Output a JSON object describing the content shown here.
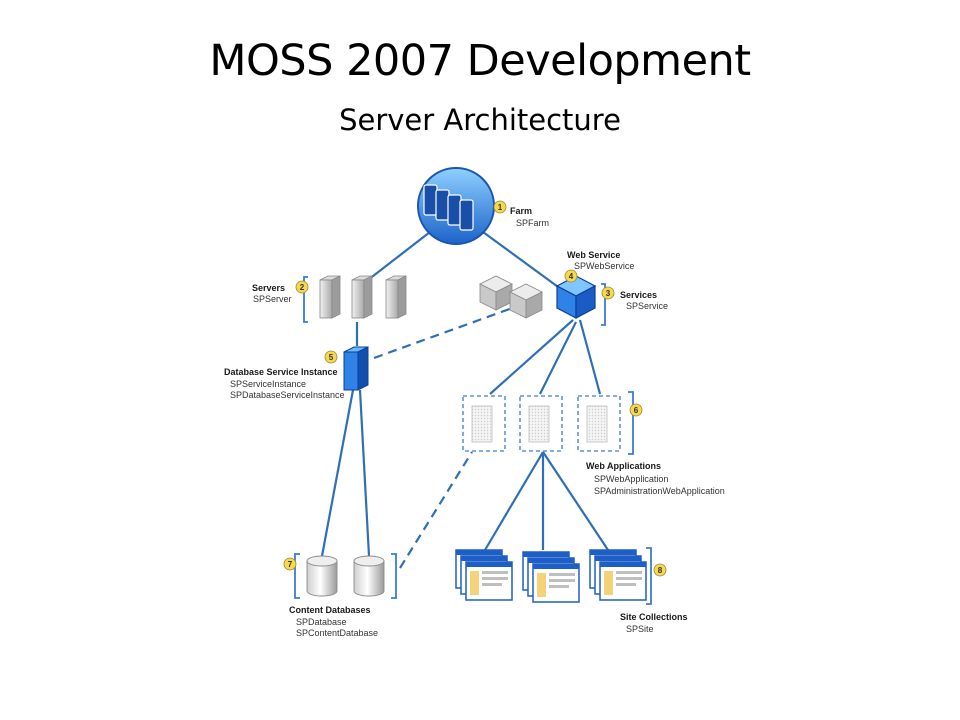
{
  "title": "MOSS 2007 Development",
  "subtitle": "Server Architecture",
  "colors": {
    "accent_blue": "#1e6fd9",
    "bracket_blue": "#3a7bd5",
    "badge_yellow": "#f6d84a",
    "line_blue": "#2f6fb5"
  },
  "nodes": {
    "farm": {
      "number": "1",
      "label": "Farm",
      "classes": [
        "SPFarm"
      ]
    },
    "servers": {
      "number": "2",
      "label": "Servers",
      "classes": [
        "SPServer"
      ]
    },
    "services": {
      "number": "3",
      "label": "Services",
      "classes": [
        "SPService"
      ]
    },
    "web_service": {
      "number": "4",
      "label": "Web Service",
      "classes": [
        "SPWebService"
      ]
    },
    "db_service_instance": {
      "number": "5",
      "label": "Database Service Instance",
      "classes": [
        "SPServiceInstance",
        "SPDatabaseServiceInstance"
      ]
    },
    "web_applications": {
      "number": "6",
      "label": "Web Applications",
      "classes": [
        "SPWebApplication",
        "SPAdministrationWebApplication"
      ]
    },
    "content_databases": {
      "number": "7",
      "label": "Content Databases",
      "classes": [
        "SPDatabase",
        "SPContentDatabase"
      ]
    },
    "site_collections": {
      "number": "8",
      "label": "Site Collections",
      "classes": [
        "SPSite"
      ]
    }
  }
}
